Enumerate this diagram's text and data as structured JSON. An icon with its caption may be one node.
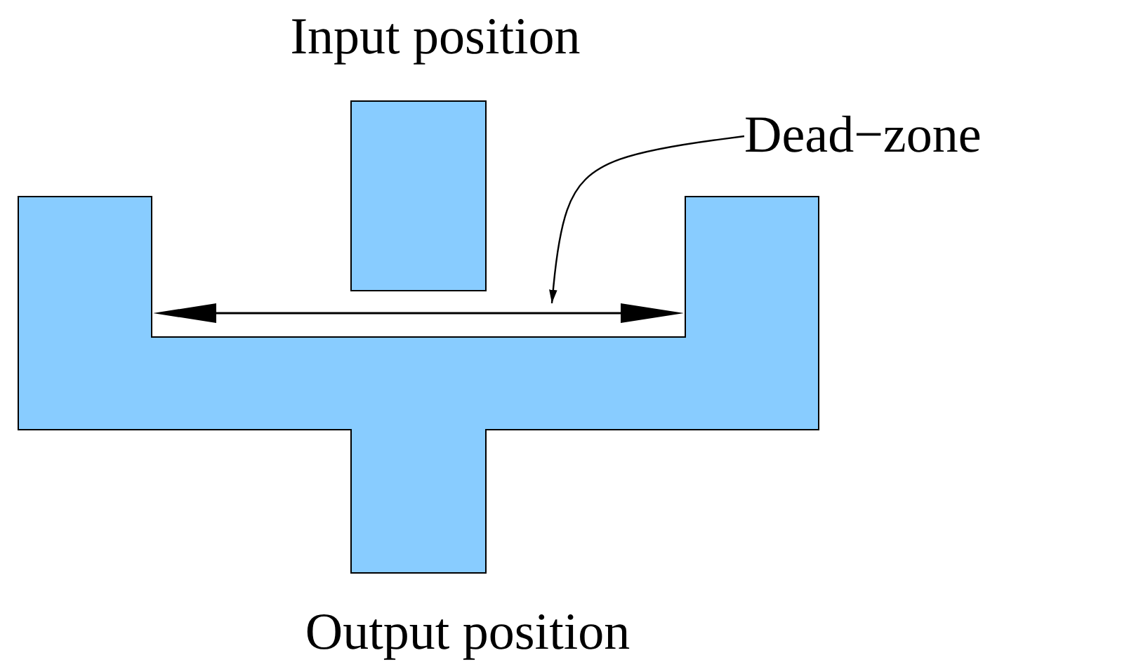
{
  "diagram": {
    "nodes": [
      {
        "text": [
          "Input position"
        ]
      },
      {
        "text": [
          "Output position"
        ]
      },
      {
        "text": [
          "Dead−zone"
        ]
      },
      {
        "text": [],
        "shape": "arrow"
      }
    ],
    "edges": [
      {
        "from": 2,
        "to": 3,
        "arrow": "to"
      }
    ]
  }
}
